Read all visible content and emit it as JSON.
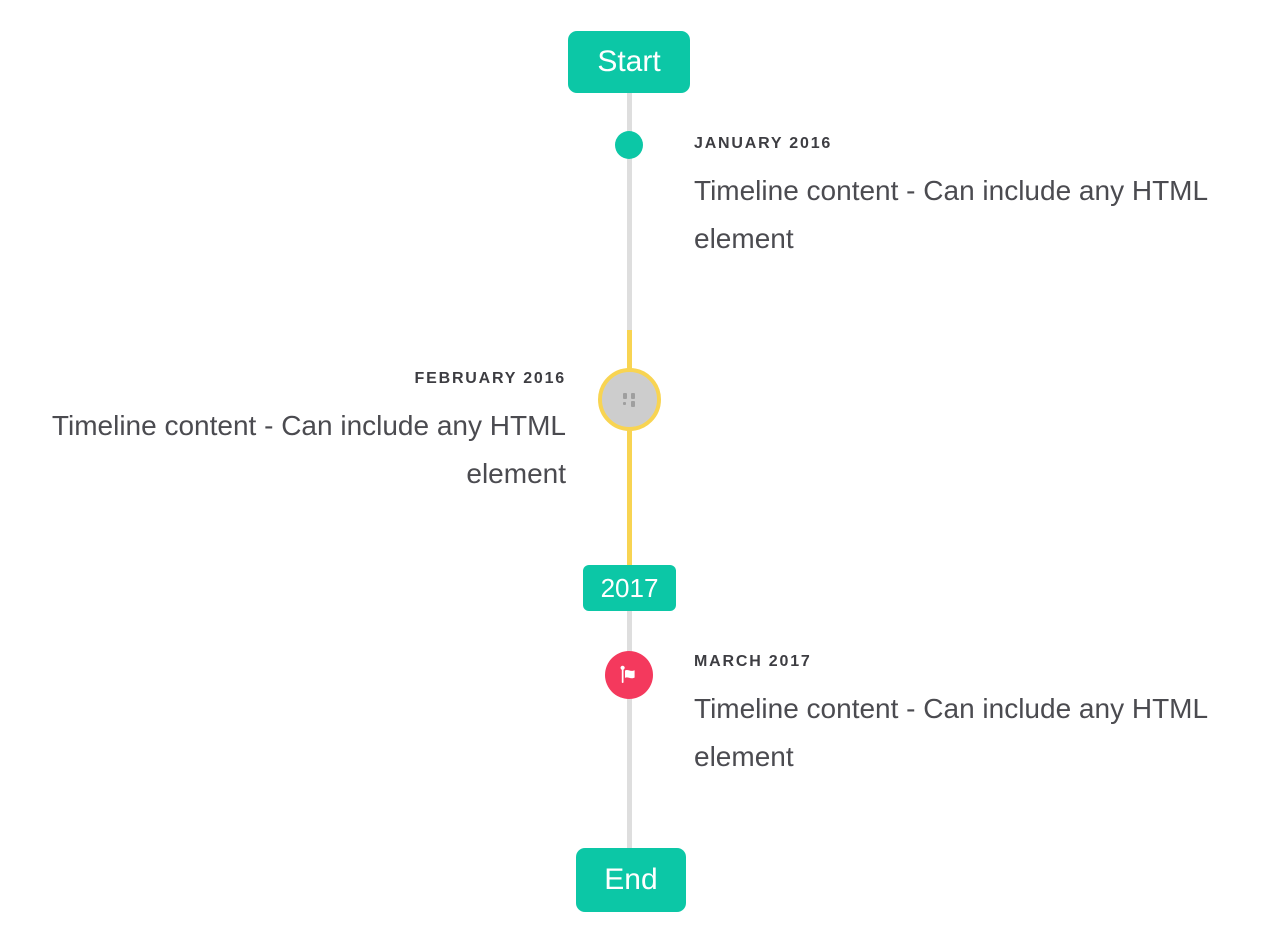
{
  "timeline": {
    "start_label": "Start",
    "year_badge_label": "2017",
    "end_label": "End",
    "entries": [
      {
        "title": "JANUARY 2016",
        "body": "Timeline content - Can include any HTML element",
        "side": "right",
        "marker": "teal-dot"
      },
      {
        "title": "FEBRUARY 2016",
        "body": "Timeline content - Can include any HTML element",
        "side": "left",
        "marker": "gray-circle-with-broken-image-icon"
      },
      {
        "title": "MARCH 2017",
        "body": "Timeline content - Can include any HTML element",
        "side": "right",
        "marker": "red-circle-with-flag-icon"
      }
    ],
    "icons": {
      "flag": "flag-icon",
      "broken_image": "broken-image-icon"
    },
    "colors": {
      "accent_teal": "#0cc7a6",
      "accent_yellow": "#f8d452",
      "accent_red": "#f4395d",
      "line_gray": "#dedede",
      "marker_gray_fill": "#cdcdcd",
      "title_text": "#3d3d42",
      "body_text": "#4b4b50",
      "badge_text": "#ffffff"
    }
  }
}
